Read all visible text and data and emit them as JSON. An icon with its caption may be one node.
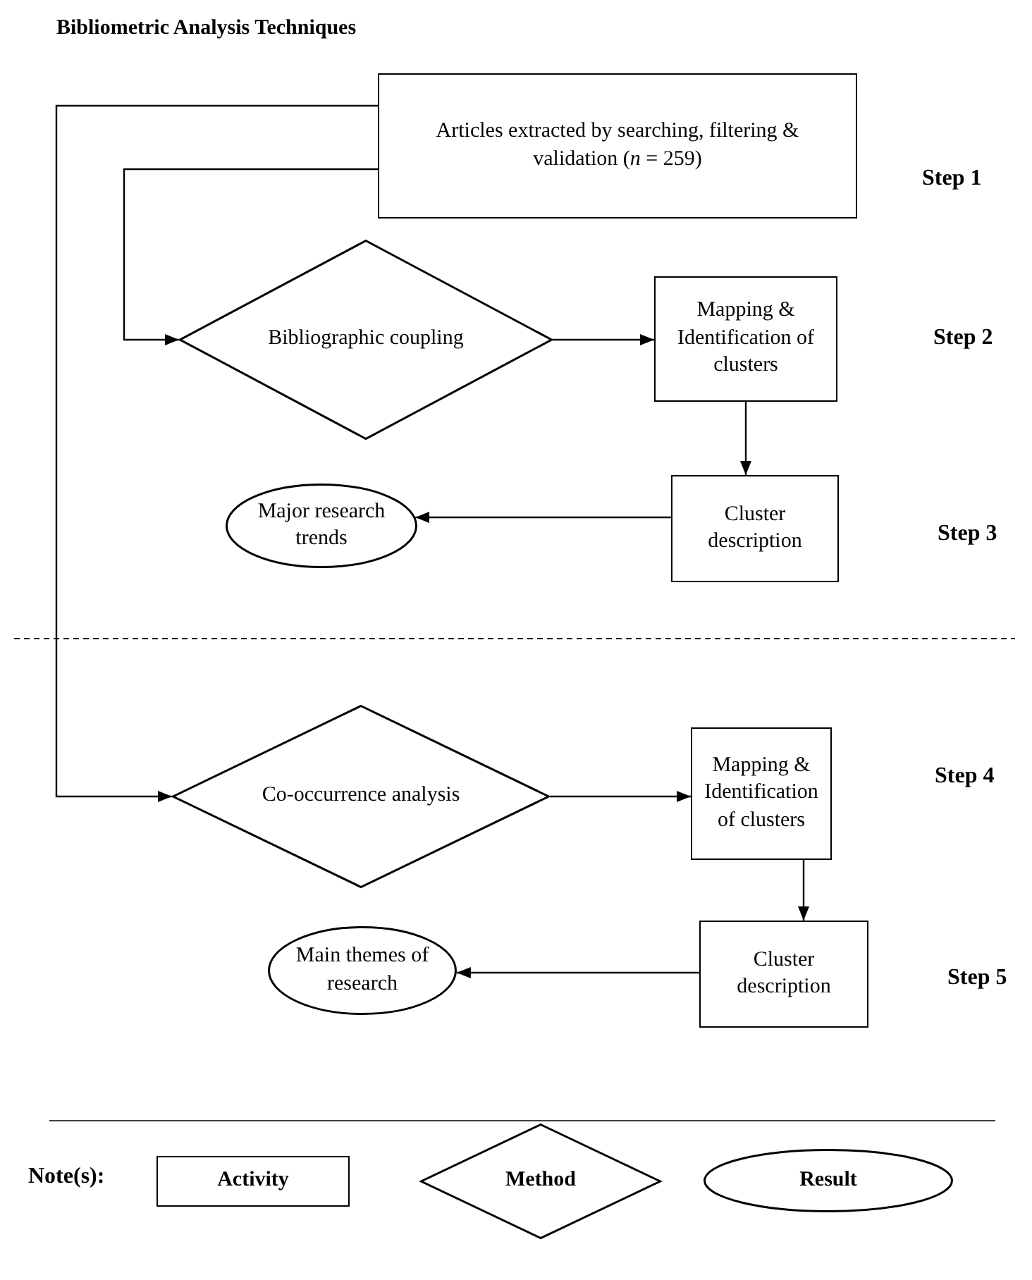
{
  "diagram": {
    "title": "Bibliometric Analysis Techniques",
    "nodes": [
      {
        "text": [
          "Articles extracted by searching, filtering & validation (*n* = 259)"
        ]
      },
      {
        "text": [
          "Bibliographic coupling"
        ]
      },
      {
        "text": [
          "Mapping & Identification of clusters"
        ]
      },
      {
        "text": [
          "Major research trends"
        ]
      },
      {
        "text": [
          "Cluster description"
        ]
      },
      {
        "text": [
          "Co-occurrence analysis"
        ]
      },
      {
        "text": [
          "Mapping & Identification of clusters"
        ]
      },
      {
        "text": [
          "Main themes of research"
        ]
      },
      {
        "text": [
          "Cluster description"
        ]
      },
      {
        "text": [
          "Activity"
        ]
      },
      {
        "text": [
          "Method"
        ]
      },
      {
        "text": [
          "Result"
        ]
      }
    ],
    "edges": [
      {
        "from": 0,
        "to": 1,
        "arrow": "to"
      },
      {
        "from": 0,
        "to": 5,
        "arrow": "to"
      },
      {
        "from": 1,
        "to": 2,
        "arrow": "to"
      },
      {
        "from": 2,
        "to": 4,
        "arrow": "to"
      },
      {
        "from": 4,
        "to": 3,
        "arrow": "to"
      },
      {
        "from": 5,
        "to": 6,
        "arrow": "to"
      },
      {
        "from": 6,
        "to": 8,
        "arrow": "to"
      },
      {
        "from": 8,
        "to": 7,
        "arrow": "to"
      }
    ],
    "labels": [
      "Step 1",
      "Step 2",
      "Step 3",
      "Step 4",
      "Step 5",
      "Note(s):"
    ]
  }
}
